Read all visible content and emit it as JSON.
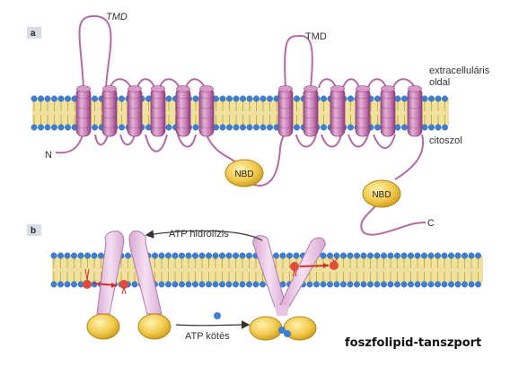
{
  "panels": {
    "a": {
      "tag": "a",
      "tmd_left": "TMD",
      "tmd_right": "TMD",
      "extracellular": "extracelluláris oldal",
      "extracellular_line1": "extracelluláris",
      "extracellular_line2": "oldal",
      "cytosol": "citoszol",
      "n_terminus": "N",
      "c_terminus": "C",
      "nbd_left": "NBD",
      "nbd_right": "NBD"
    },
    "b": {
      "tag": "b",
      "atp_hydrolysis": "ATP hidrolízis",
      "atp_binding": "ATP kötés"
    }
  },
  "caption": "foszfolipid-tanszport",
  "colors": {
    "helix": "#c77bb3",
    "helix_dark": "#9b4f8a",
    "helix_light": "#e6b3d8",
    "lipid_head": "#3d7fd6",
    "lipid_tail": "#e8d27a",
    "nbd": "#f2c94c",
    "nbd_dark": "#c99a1a",
    "transporter_b": "#e8c4e4",
    "tag_bg": "#d9dde6",
    "arrow": "#333333",
    "lipid_flip_red": "#d0302a"
  }
}
